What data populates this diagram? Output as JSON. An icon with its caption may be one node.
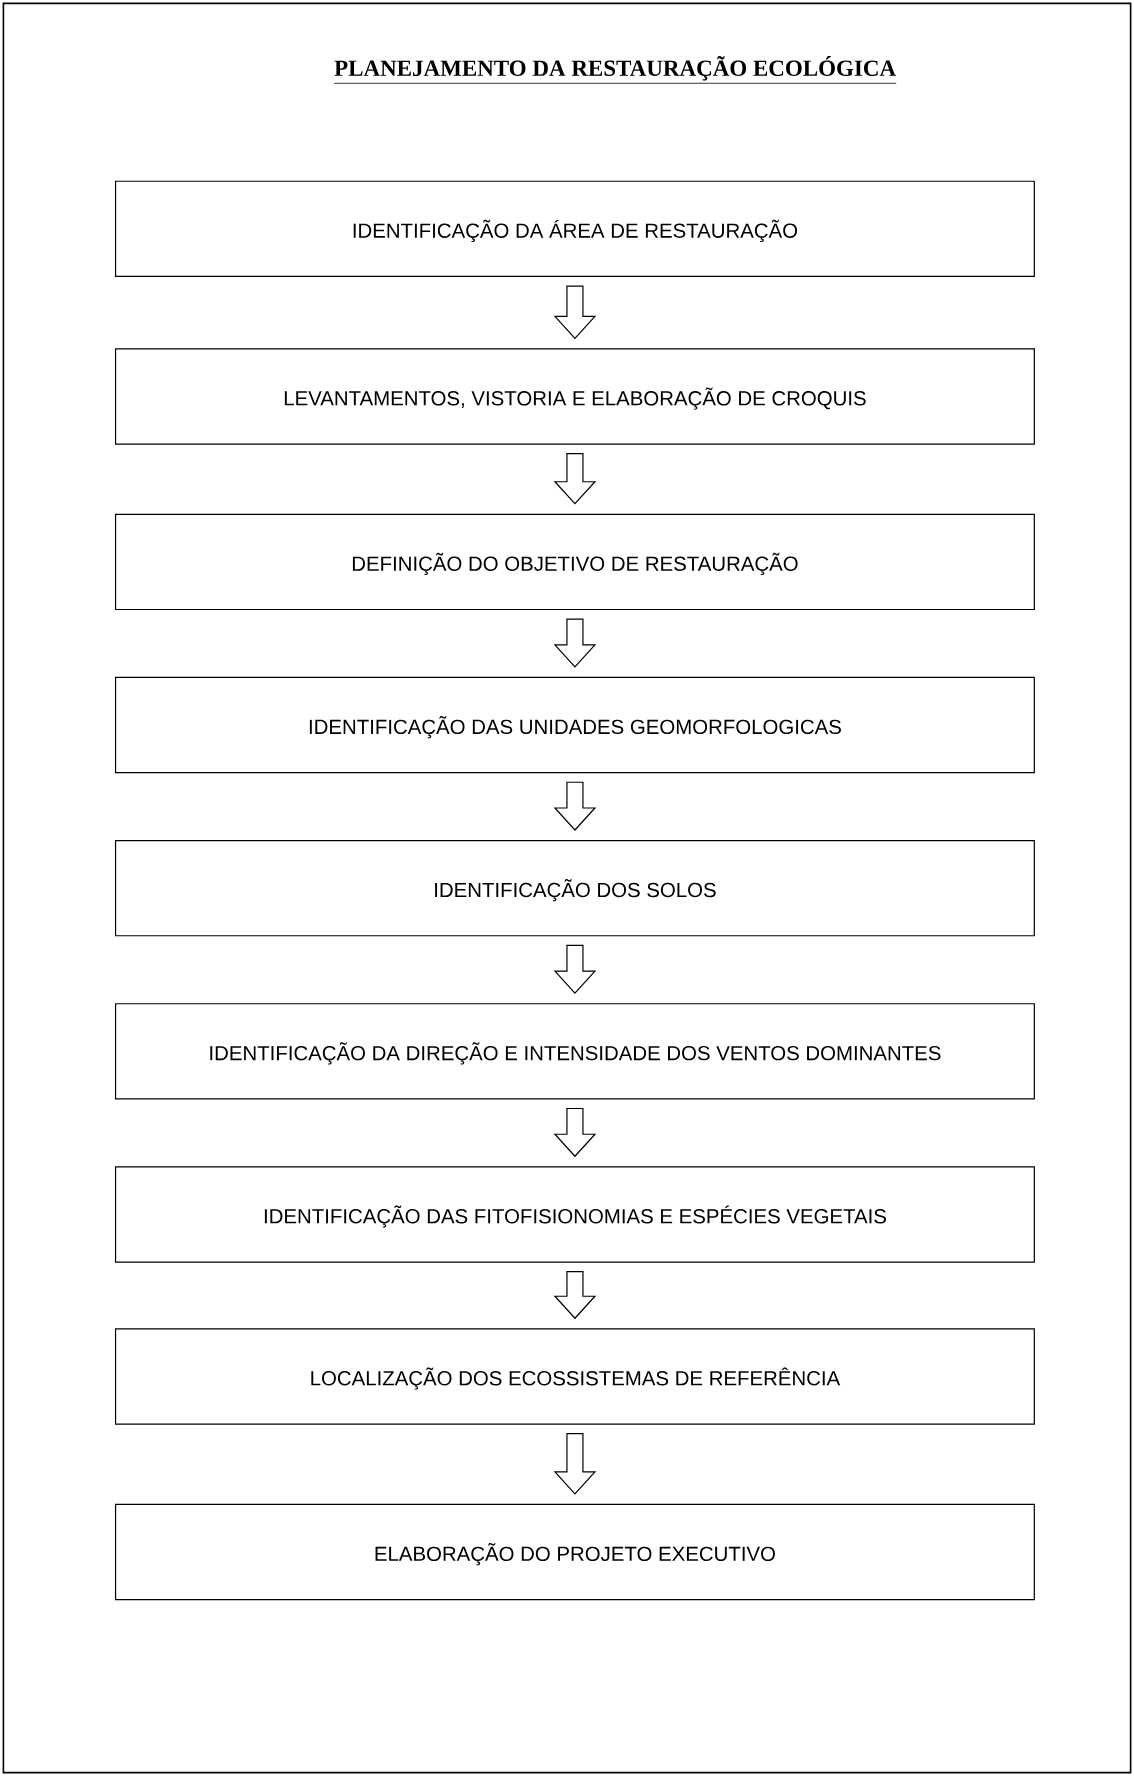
{
  "diagram": {
    "title": "PLANEJAMENTO DA RESTAURAÇÃO ECOLÓGICA",
    "nodes": [
      {
        "text": [
          "IDENTIFICAÇÃO DA ÁREA DE RESTAURAÇÃO"
        ]
      },
      {
        "text": [
          "LEVANTAMENTOS, VISTORIA E ELABORAÇÃO DE CROQUIS"
        ]
      },
      {
        "text": [
          "DEFINIÇÃO DO OBJETIVO DE RESTAURAÇÃO"
        ]
      },
      {
        "text": [
          "IDENTIFICAÇÃO DAS UNIDADES GEOMORFOLOGICAS"
        ]
      },
      {
        "text": [
          "IDENTIFICAÇÃO DOS SOLOS"
        ]
      },
      {
        "text": [
          "IDENTIFICAÇÃO DA DIREÇÃO E INTENSIDADE DOS VENTOS DOMINANTES"
        ]
      },
      {
        "text": [
          "IDENTIFICAÇÃO DAS FITOFISIONOMIAS E ESPÉCIES VEGETAIS"
        ]
      },
      {
        "text": [
          "LOCALIZAÇÃO DOS ECOSSISTEMAS DE REFERÊNCIA"
        ]
      },
      {
        "text": [
          "ELABORAÇÃO DO PROJETO EXECUTIVO"
        ]
      }
    ],
    "edges": [
      {
        "from": 0,
        "to": 1,
        "arrow": "to"
      },
      {
        "from": 1,
        "to": 2,
        "arrow": "to"
      },
      {
        "from": 2,
        "to": 3,
        "arrow": "to"
      },
      {
        "from": 3,
        "to": 4,
        "arrow": "to"
      },
      {
        "from": 4,
        "to": 5,
        "arrow": "to"
      },
      {
        "from": 5,
        "to": 6,
        "arrow": "to"
      },
      {
        "from": 6,
        "to": 7,
        "arrow": "to"
      },
      {
        "from": 7,
        "to": 8,
        "arrow": "to"
      }
    ]
  }
}
